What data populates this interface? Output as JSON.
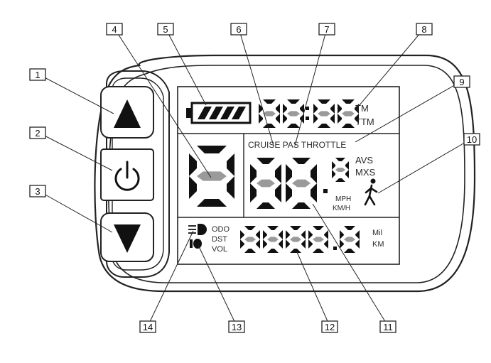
{
  "callouts": [
    "1",
    "2",
    "3",
    "4",
    "5",
    "6",
    "7",
    "8",
    "9",
    "10",
    "11",
    "12",
    "13",
    "14"
  ],
  "lcd": {
    "time_unit_1": "TM",
    "time_unit_2": "TTM",
    "mode_label": "CRUISE PAS THROTTLE",
    "speed_mode_1": "AVS",
    "speed_mode_2": "MXS",
    "speed_unit_1": "MPH",
    "speed_unit_2": "KM/H",
    "trip_mode_1": "ODO",
    "trip_mode_2": "DST",
    "trip_mode_3": "VOL",
    "distance_unit_1": "Mil",
    "distance_unit_2": "KM"
  },
  "icons": {
    "up": "up-arrow-icon",
    "power": "power-icon",
    "down": "down-arrow-icon",
    "battery": "battery-icon",
    "walk": "walking-person-icon",
    "headlight": "headlight-icon",
    "error": "error-indicator-icon"
  },
  "colors": {
    "outline": "#222222",
    "lcd_fill": "#ffffff",
    "segment_dim": "#9a9a9a",
    "segment_on": "#111111"
  }
}
